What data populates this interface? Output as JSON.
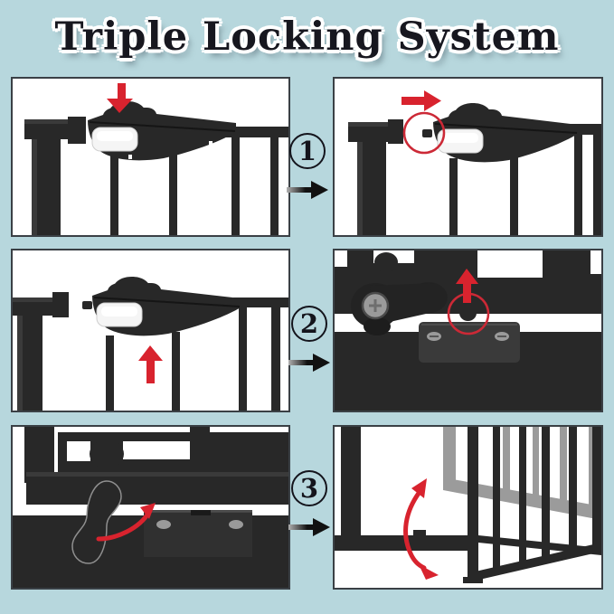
{
  "title": "Triple Locking System",
  "colors": {
    "background": "#b7d7dd",
    "panel_background": "#ffffff",
    "panel_border": "#3a4045",
    "gate_black": "#282828",
    "gate_black_light": "#3a3a3a",
    "ghost_gray": "#9b9b9b",
    "highlight_red": "#d8232e",
    "circle_red": "#cc2936",
    "metal_gray": "#9a9a9a",
    "button_white": "#f5f5f5",
    "title_color": "#17171f",
    "step_ink": "#14141c"
  },
  "steps": [
    {
      "number": "1",
      "arrow_icon": "right-arrow-icon"
    },
    {
      "number": "2",
      "arrow_icon": "right-arrow-icon"
    },
    {
      "number": "3",
      "arrow_icon": "right-arrow-icon"
    }
  ],
  "panels": [
    {
      "id": "lock-handle-press",
      "row": 1,
      "col": 1,
      "annotations": [
        "red-down-arrow-icon"
      ]
    },
    {
      "id": "lock-handle-slide",
      "row": 1,
      "col": 2,
      "annotations": [
        "red-right-arrow-icon",
        "red-circle-highlight"
      ]
    },
    {
      "id": "lock-handle-lift",
      "row": 2,
      "col": 1,
      "annotations": [
        "red-up-arrow-icon"
      ]
    },
    {
      "id": "bottom-latch-pin",
      "row": 2,
      "col": 2,
      "annotations": [
        "red-up-arrow-icon",
        "red-circle-highlight"
      ]
    },
    {
      "id": "bottom-latch-lever",
      "row": 3,
      "col": 1,
      "annotations": [
        "red-curved-arrow-icon"
      ]
    },
    {
      "id": "gate-swing-open",
      "row": 3,
      "col": 2,
      "annotations": [
        "red-double-curved-arrow-icon"
      ]
    }
  ]
}
